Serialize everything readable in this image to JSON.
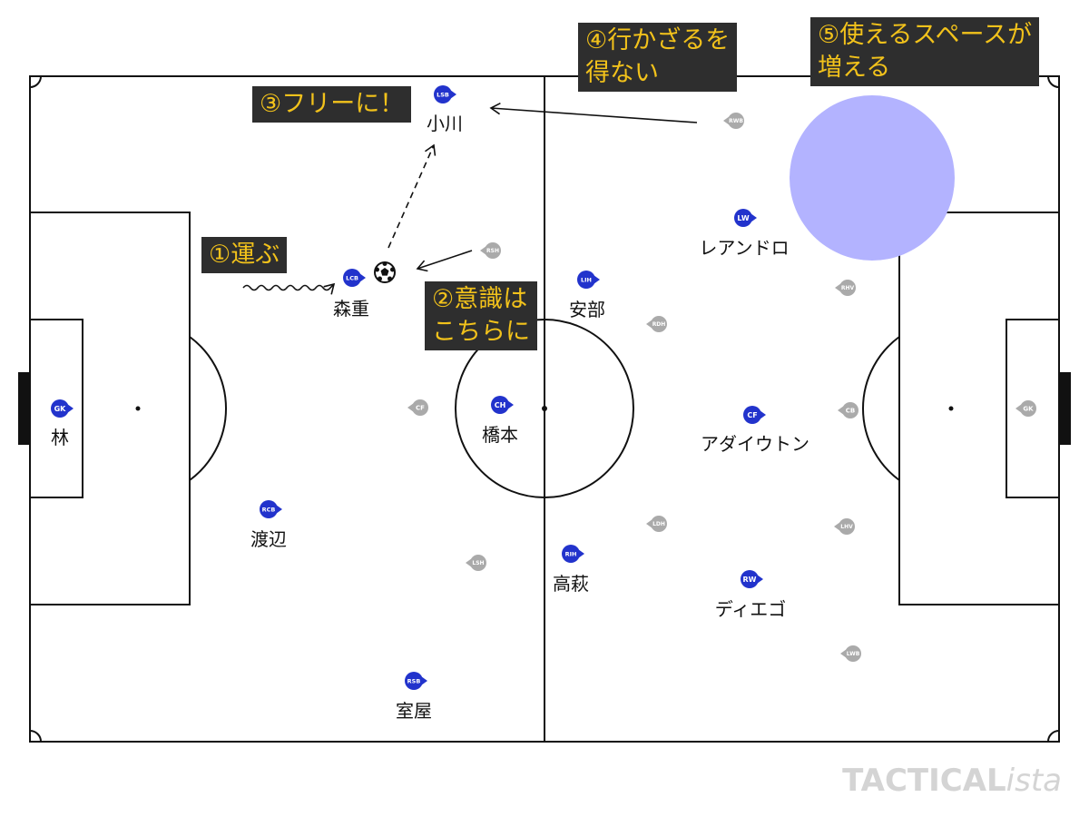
{
  "colors": {
    "home_team": "#2233cc",
    "away_team": "#aaaaaa",
    "callout_bg": "#2e2e2e",
    "callout_text": "#f2c21b",
    "space_zone": "#b3b3ff"
  },
  "callouts": {
    "carry": "①運ぶ",
    "attention": "②意識は\nこちらに",
    "free": "③フリーに！",
    "forced": "④行かざるを\n得ない",
    "space": "⑤使えるスペースが\n増える"
  },
  "home_players": [
    {
      "pos": "GK",
      "name": "林"
    },
    {
      "pos": "LSB",
      "name": "小川"
    },
    {
      "pos": "LCB",
      "name": "森重"
    },
    {
      "pos": "RCB",
      "name": "渡辺"
    },
    {
      "pos": "RSB",
      "name": "室屋"
    },
    {
      "pos": "CH",
      "name": "橋本"
    },
    {
      "pos": "LIH",
      "name": "安部"
    },
    {
      "pos": "RIH",
      "name": "高萩"
    },
    {
      "pos": "LW",
      "name": "レアンドロ"
    },
    {
      "pos": "CF",
      "name": "アダイウトン"
    },
    {
      "pos": "RW",
      "name": "ディエゴ"
    }
  ],
  "away_players": [
    "RWB",
    "RSH",
    "CF",
    "LSH",
    "RDH",
    "LDH",
    "RHV",
    "CB",
    "LHV",
    "GK",
    "LWB"
  ],
  "watermark": {
    "main": "TACTICAL",
    "suffix": "ista"
  }
}
